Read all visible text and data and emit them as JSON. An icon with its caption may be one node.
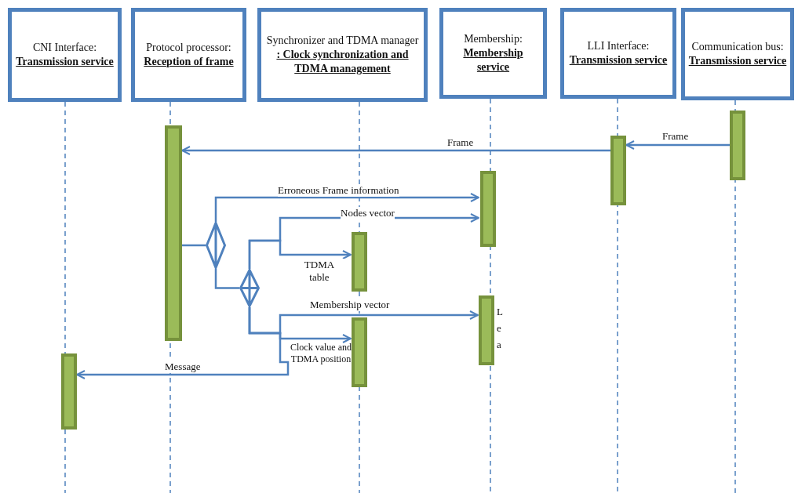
{
  "diagram": {
    "nodes": [
      {
        "text": [
          "CNI Interface:",
          "Transmission service"
        ]
      },
      {
        "text": [
          "Protocol processor:",
          "Reception of frame"
        ]
      },
      {
        "text": [
          "Synchronizer and TDMA manager",
          ": Clock synchronization and TDMA management"
        ]
      },
      {
        "text": [
          "Membership:",
          "Membership service"
        ]
      },
      {
        "text": [
          "LLI Interface:",
          "Transmission service"
        ]
      },
      {
        "text": [
          "Communication bus:",
          "Transmission service"
        ]
      },
      {
        "text": [],
        "shape": "bar"
      },
      {
        "text": [],
        "shape": "bar"
      },
      {
        "text": [],
        "shape": "bar"
      },
      {
        "text": [],
        "shape": "bar"
      },
      {
        "text": [],
        "shape": "bar"
      },
      {
        "text": [],
        "shape": "bar"
      },
      {
        "text": [],
        "shape": "bar"
      },
      {
        "text": [],
        "shape": "bar"
      },
      {
        "text": [],
        "shape": "diamond"
      },
      {
        "text": [],
        "shape": "diamond"
      }
    ],
    "edges": [
      {
        "from": 8,
        "to": 7,
        "arrow": "to",
        "label": "Frame"
      },
      {
        "from": 7,
        "to": 6,
        "arrow": "to",
        "label": "Frame"
      },
      {
        "from": 6,
        "to": 14,
        "arrow": "none"
      },
      {
        "from": 14,
        "to": 9,
        "arrow": "to",
        "label": "Erroneous Frame information"
      },
      {
        "from": 14,
        "to": 15,
        "arrow": "none"
      },
      {
        "from": 15,
        "to": 9,
        "arrow": "to",
        "label": "Nodes vector"
      },
      {
        "from": 15,
        "to": 10,
        "arrow": "to",
        "label": "TDMA table"
      },
      {
        "from": 15,
        "to": 12,
        "arrow": "to",
        "label": "Membership vector"
      },
      {
        "from": 15,
        "to": 11,
        "arrow": "to",
        "label": "Clock value and TDMA position"
      },
      {
        "from": 15,
        "to": 13,
        "arrow": "to",
        "label": "Message"
      }
    ],
    "labels": [
      "Lea"
    ]
  }
}
